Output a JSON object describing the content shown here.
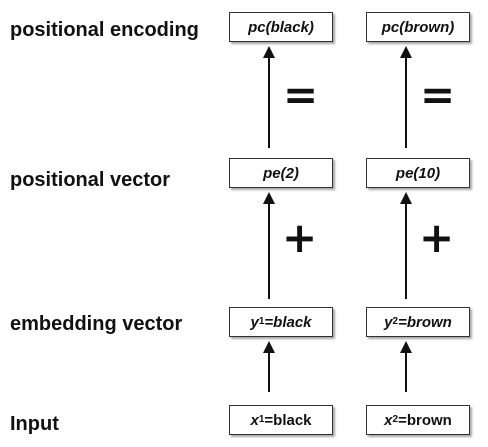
{
  "rows": {
    "positional_encoding": "positional encoding",
    "positional_vector": "positional vector",
    "embedding_vector": "embedding vector",
    "input": "Input"
  },
  "col_a": {
    "encoding": "pc(black)",
    "vector": "pe(2)",
    "embedding_var": "y",
    "embedding_sub": "1",
    "embedding_rest": "=black",
    "input_var": "x",
    "input_sub": "1",
    "input_rest": "=black"
  },
  "col_b": {
    "encoding": "pc(brown)",
    "vector": "pe(10)",
    "embedding_var": "y",
    "embedding_sub": "2",
    "embedding_rest": "=brown",
    "input_var": "x",
    "input_sub": "2",
    "input_rest": "=brown"
  },
  "operators": {
    "equals": "=",
    "plus": "+"
  }
}
